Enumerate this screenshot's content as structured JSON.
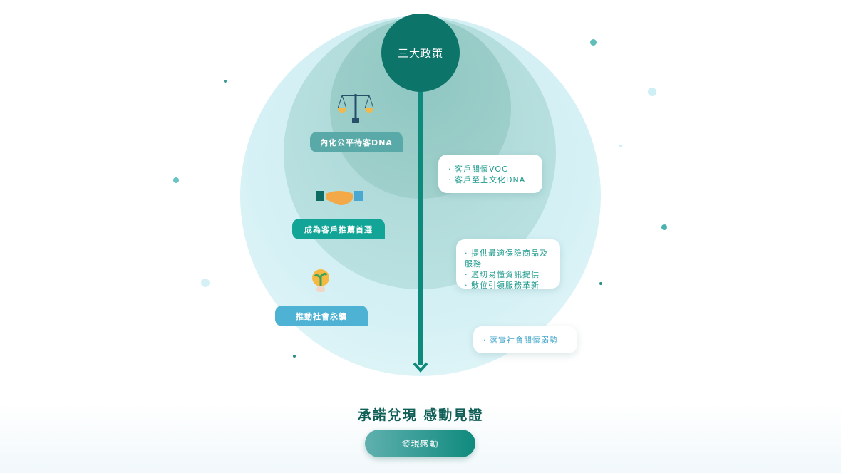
{
  "center": {
    "title": "三大政策"
  },
  "policies": [
    {
      "label": "內化公平待客DNA",
      "icon": "scale-icon",
      "color": "#58a9a7",
      "items": [
        "客戶關懷VOC",
        "客戶至上文化DNA"
      ]
    },
    {
      "label": "成為客戶推薦首選",
      "icon": "handshake-icon",
      "color": "#12a597",
      "items": [
        "提供最適保險商品及服務",
        "適切易懂資訊提供",
        "數位引領服務革新"
      ]
    },
    {
      "label": "推動社會永續",
      "icon": "lightbulb-icon",
      "color": "#4db2d3",
      "items": [
        "落實社會關懷弱勢"
      ]
    }
  ],
  "footer": {
    "title": "承諾兌現 感動見證",
    "button": "發現感動"
  }
}
